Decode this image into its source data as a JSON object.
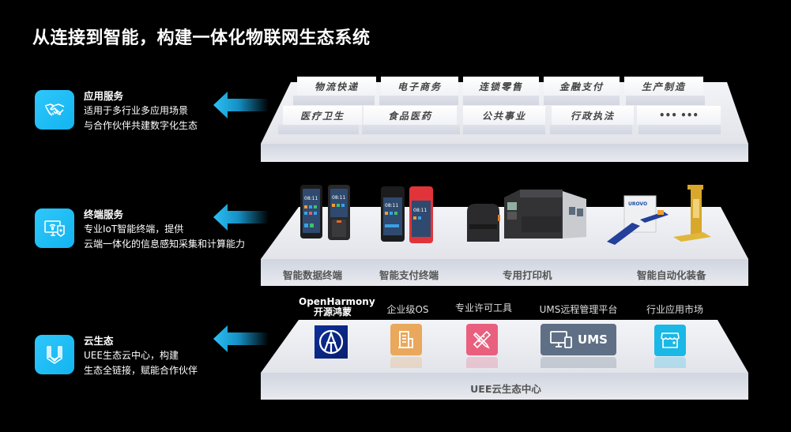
{
  "title": "从连接到智能，构建一体化物联网生态系统",
  "layers": [
    {
      "name": "应用服务",
      "icon": "handshake-icon",
      "lines": [
        "适用于多行业多应用场景",
        "与合作伙伴共建数字化生态"
      ]
    },
    {
      "name": "终端服务",
      "icon": "monitor-wifi-shield-icon",
      "lines": [
        "专业IoT智能终端，提供",
        "云端一体化的信息感知采集和计算能力"
      ]
    },
    {
      "name": "云生态",
      "icon": "cloud-ecosystem-u-icon",
      "lines": [
        "UEE生态云中心，构建",
        "生态全链接，赋能合作伙伴"
      ]
    }
  ],
  "application_layer": {
    "row1": [
      "物流快递",
      "电子商务",
      "连锁零售",
      "金融支付",
      "生产制造"
    ],
    "row2": [
      "医疗卫生",
      "食品医药",
      "公共事业",
      "行政执法",
      "••• •••"
    ]
  },
  "terminal_layer": {
    "categories": [
      "智能数据终端",
      "智能支付终端",
      "专用打印机",
      "智能自动化装备"
    ],
    "phone_time": "08:11",
    "device_brand": "UROVO"
  },
  "cloud_layer": {
    "items": [
      {
        "label_line1": "OpenHarmony",
        "label_line2": "开源鸿蒙",
        "icon": "openharmony-logo-icon",
        "color": "#0a2a8c"
      },
      {
        "label": "企业级OS",
        "icon": "building-icon",
        "color": "#e9a85c"
      },
      {
        "label": "专业许可工具",
        "icon": "ruler-pencil-icon",
        "color": "#e9607e"
      },
      {
        "label": "UMS远程管理平台",
        "icon": "ums-devices-icon",
        "icon_text": "UMS",
        "color": "#5f6f85"
      },
      {
        "label": "行业应用市场",
        "icon": "store-icon",
        "color": "#1ab8e6"
      }
    ],
    "center_label": "UEE云生态中心"
  },
  "colors": {
    "accent": "#1fb6f0",
    "platform": "#e4e6ec"
  }
}
